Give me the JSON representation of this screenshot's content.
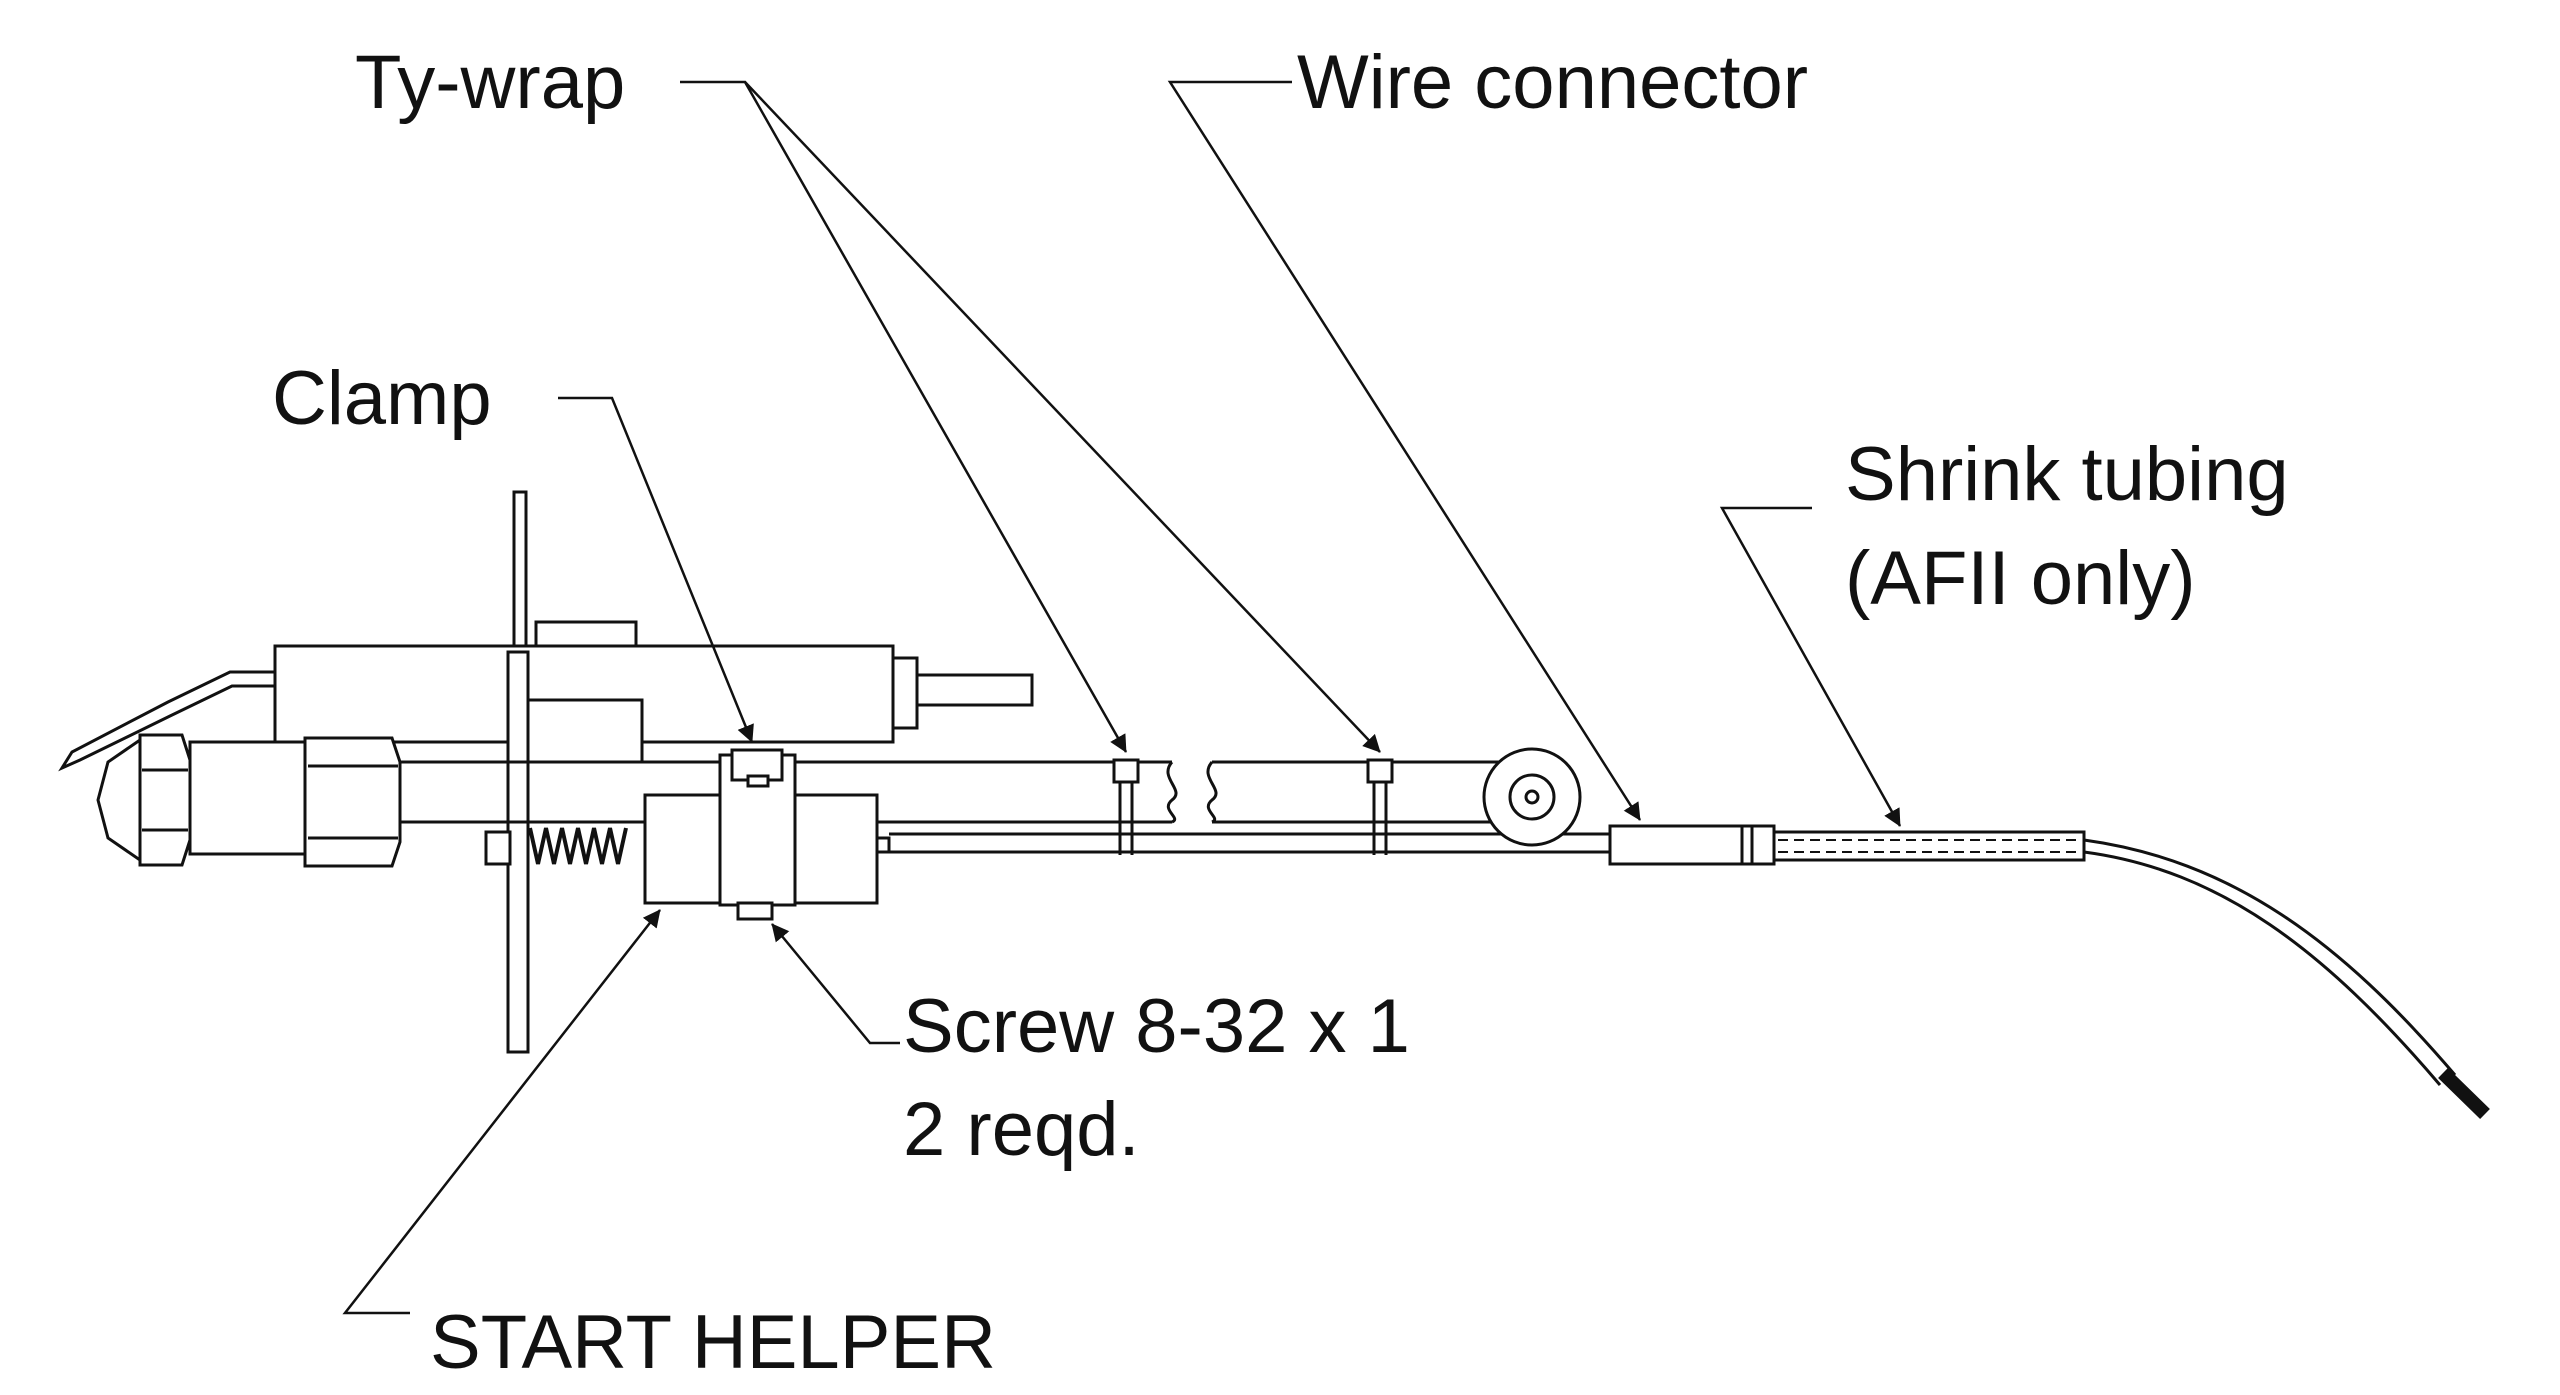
{
  "labels": {
    "ty_wrap": "Ty-wrap",
    "wire_connector": "Wire connector",
    "clamp": "Clamp",
    "shrink_tubing_line1": "Shrink tubing",
    "shrink_tubing_line2": "(AFII only)",
    "screw_line1": "Screw 8-32 x 1",
    "screw_line2": "2 reqd.",
    "start_helper": "START HELPER"
  },
  "colors": {
    "ink": "#111111",
    "background": "#ffffff"
  }
}
